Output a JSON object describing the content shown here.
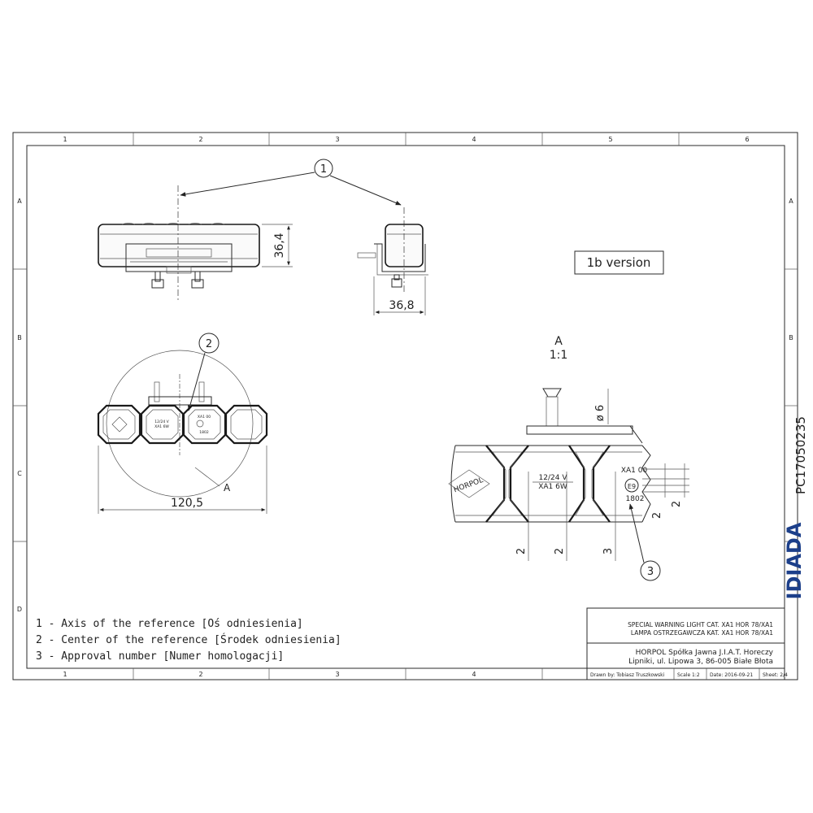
{
  "grid": {
    "columns": [
      "1",
      "2",
      "3",
      "4",
      "5",
      "6"
    ],
    "rows": [
      "A",
      "B",
      "C",
      "D"
    ]
  },
  "version_label": "1b version",
  "callouts": [
    "1",
    "2",
    "3"
  ],
  "detail": {
    "letter": "A",
    "scale": "1:1"
  },
  "dimensions": {
    "side_height": "36,4",
    "end_width": "36,8",
    "overall_length": "120,5",
    "screw_diameter": "ø 6",
    "two": "2",
    "three": "3"
  },
  "front_markings": {
    "voltage": "12/24 V",
    "category": "XA1 6W",
    "approval_class": "XA1 00",
    "emark": "E9",
    "approval_number": "1802",
    "brand": "HORPOL"
  },
  "legend": [
    "1 - Axis of the reference [Oś odniesienia]",
    "2 - Center of the reference [Środek odniesienia]",
    "3 - Approval number [Numer homologacji]"
  ],
  "title_block": {
    "title_en": "SPECIAL WARNING LIGHT CAT. XA1 HOR 78/XA1",
    "title_pl": "LAMPA OSTRZEGAWCZA KAT. XA1 HOR 78/XA1",
    "company": "HORPOL Spółka Jawna  J.I.A.T. Horeczy",
    "address": "Lipniki, ul. Lipowa 3, 86-005 Białe Błota",
    "drawn_by": "Drawn by:  Tobiasz Truszkowski",
    "scale": "Scale  1:2",
    "date": "Date: 2016-09-21",
    "sheet": "Sheet: 2/4"
  },
  "drawing_code": "PC17050235",
  "logo_text": "IDIADA"
}
